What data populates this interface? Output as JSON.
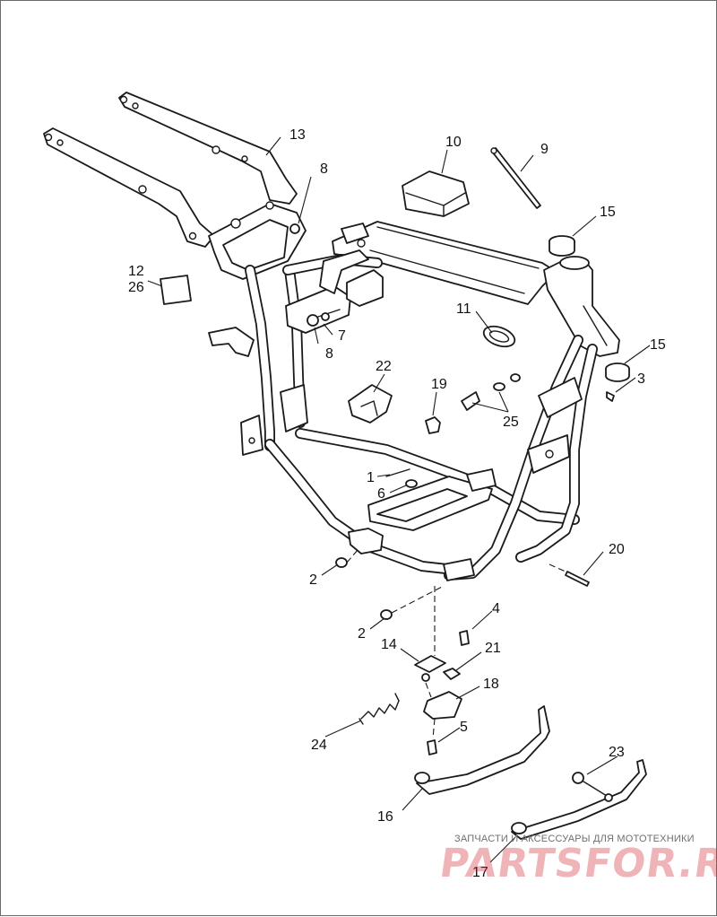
{
  "diagram": {
    "callouts": [
      {
        "id": "c1",
        "label": "1"
      },
      {
        "id": "c2a",
        "label": "2"
      },
      {
        "id": "c2b",
        "label": "2"
      },
      {
        "id": "c3",
        "label": "3"
      },
      {
        "id": "c4",
        "label": "4"
      },
      {
        "id": "c5",
        "label": "5"
      },
      {
        "id": "c6",
        "label": "6"
      },
      {
        "id": "c7",
        "label": "7"
      },
      {
        "id": "c8a",
        "label": "8"
      },
      {
        "id": "c8b",
        "label": "8"
      },
      {
        "id": "c9",
        "label": "9"
      },
      {
        "id": "c10",
        "label": "10"
      },
      {
        "id": "c11",
        "label": "11"
      },
      {
        "id": "c12",
        "label": "12"
      },
      {
        "id": "c26",
        "label": "26"
      },
      {
        "id": "c13",
        "label": "13"
      },
      {
        "id": "c14",
        "label": "14"
      },
      {
        "id": "c15a",
        "label": "15"
      },
      {
        "id": "c15b",
        "label": "15"
      },
      {
        "id": "c16",
        "label": "16"
      },
      {
        "id": "c17",
        "label": "17"
      },
      {
        "id": "c18",
        "label": "18"
      },
      {
        "id": "c19",
        "label": "19"
      },
      {
        "id": "c20",
        "label": "20"
      },
      {
        "id": "c21",
        "label": "21"
      },
      {
        "id": "c22",
        "label": "22"
      },
      {
        "id": "c23",
        "label": "23"
      },
      {
        "id": "c24",
        "label": "24"
      },
      {
        "id": "c25",
        "label": "25"
      }
    ]
  },
  "watermark": {
    "caption": "ЗАПЧАСТИ И АКСЕССУАРЫ ДЛЯ МОТОТЕХНИКИ",
    "logo": "PARTSFOR.RU",
    "logo_color": "#d02830"
  },
  "colors": {
    "ink": "#1a1a1a",
    "background": "#ffffff",
    "frame_border": "#6a6a6a"
  }
}
